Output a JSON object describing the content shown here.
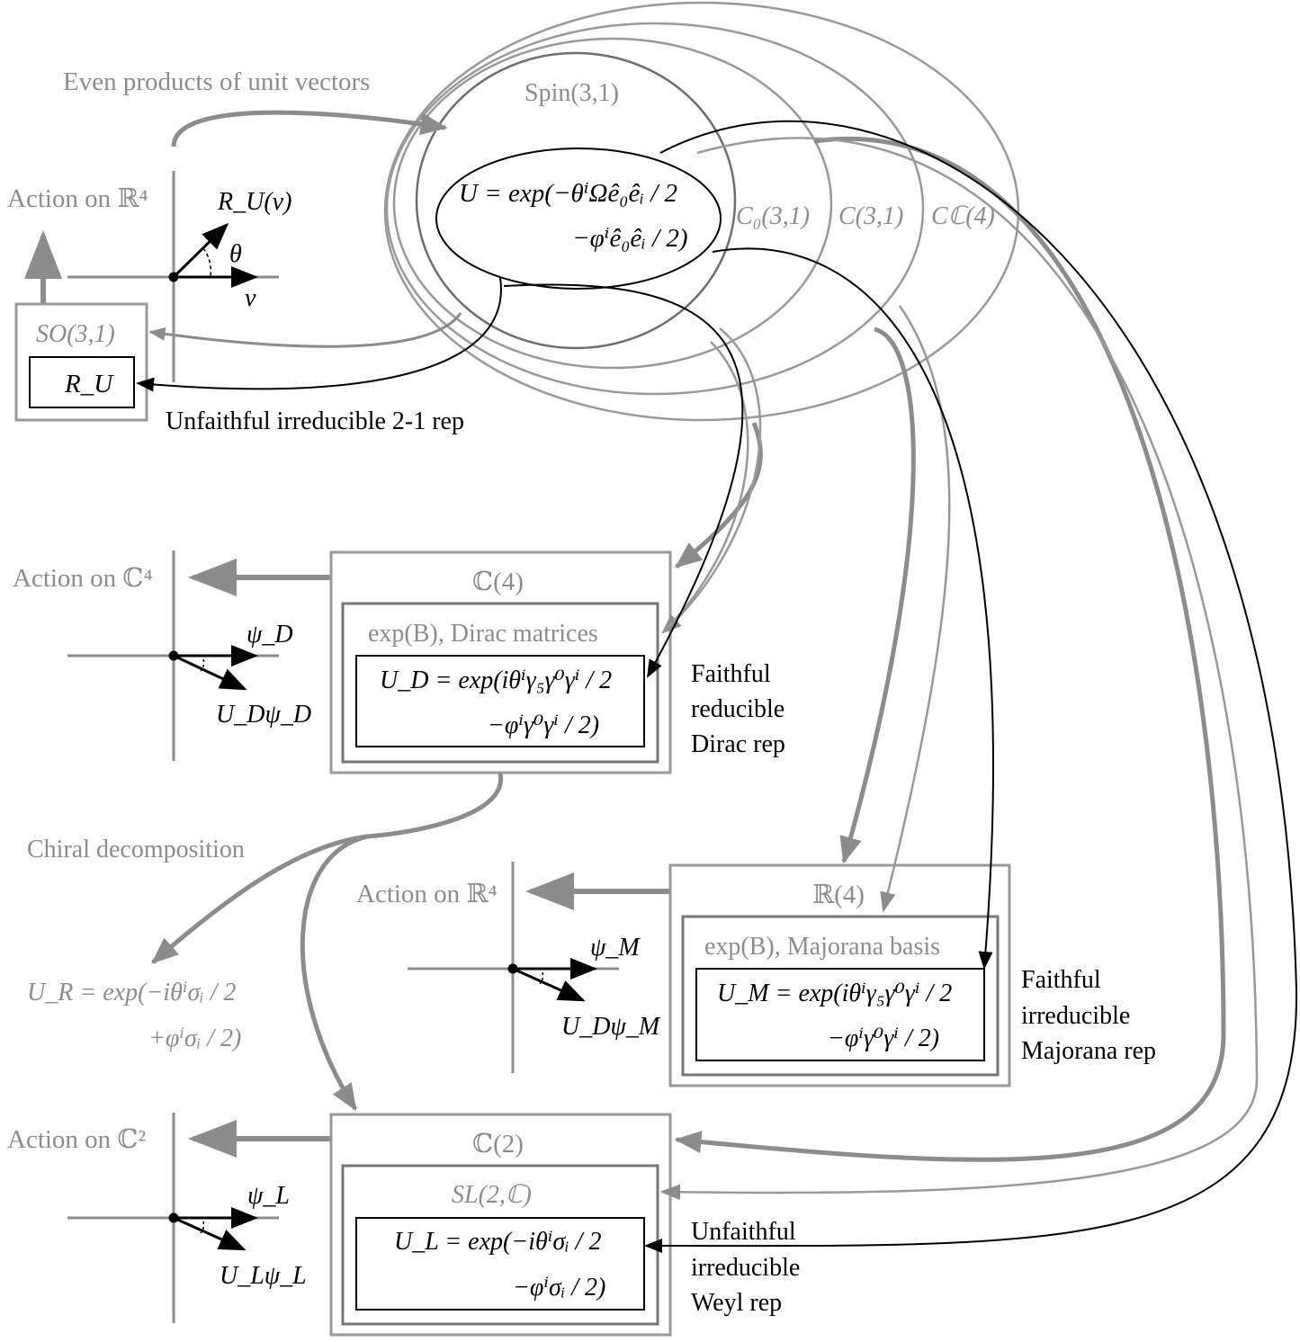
{
  "top_caption": "Even products of unit vectors",
  "spin_group": "Spin(3,1)",
  "spin_element": {
    "line1": "U = exp(−θⁱΩê₀êᵢ / 2",
    "line2": "−φⁱê₀êᵢ / 2)"
  },
  "algebra_labels": {
    "c0": "C₀(3,1)",
    "c": "C(3,1)",
    "cc": "Cℂ(4)"
  },
  "action_r4_top": {
    "title": "Action on ℝ⁴",
    "rotated": "R_U(v)",
    "angle": "θ",
    "vector": "v"
  },
  "so_box": {
    "title": "SO(3,1)",
    "element": "R_U"
  },
  "so_rep_label": "Unfaithful irreducible 2-1 rep",
  "dirac": {
    "action_title": "Action on ℂ⁴",
    "vector": "ψ_D",
    "image": "U_Dψ_D",
    "outer_title": "ℂ(4)",
    "inner_title": "exp(B), Dirac matrices",
    "line1": "U_D = exp(iθⁱγ₅γ⁰γⁱ / 2",
    "line2": "−φⁱγ⁰γⁱ / 2)",
    "rep": [
      "Faithful",
      "reducible",
      "Dirac rep"
    ]
  },
  "chiral": {
    "caption": "Chiral decomposition",
    "line1": "U_R = exp(−iθⁱσᵢ / 2",
    "line2": "+φⁱσᵢ / 2)"
  },
  "majorana": {
    "action_title": "Action on ℝ⁴",
    "vector": "ψ_M",
    "image": "U_Dψ_M",
    "outer_title": "ℝ(4)",
    "inner_title": "exp(B), Majorana basis",
    "line1": "U_M = exp(iθⁱγ₅γ⁰γⁱ / 2",
    "line2": "−φⁱγ⁰γⁱ / 2)",
    "rep": [
      "Faithful",
      "irreducible",
      "Majorana rep"
    ]
  },
  "weyl": {
    "action_title": "Action on ℂ²",
    "vector": "ψ_L",
    "image": "U_Lψ_L",
    "outer_title": "ℂ(2)",
    "inner_title": "SL(2,ℂ)",
    "line1": "U_L = exp(−iθⁱσᵢ / 2",
    "line2": "−φⁱσᵢ / 2)",
    "rep": [
      "Unfaithful",
      "irreducible",
      "Weyl rep"
    ]
  },
  "colors": {
    "gray": "#8c8c8c",
    "black": "#000000"
  }
}
